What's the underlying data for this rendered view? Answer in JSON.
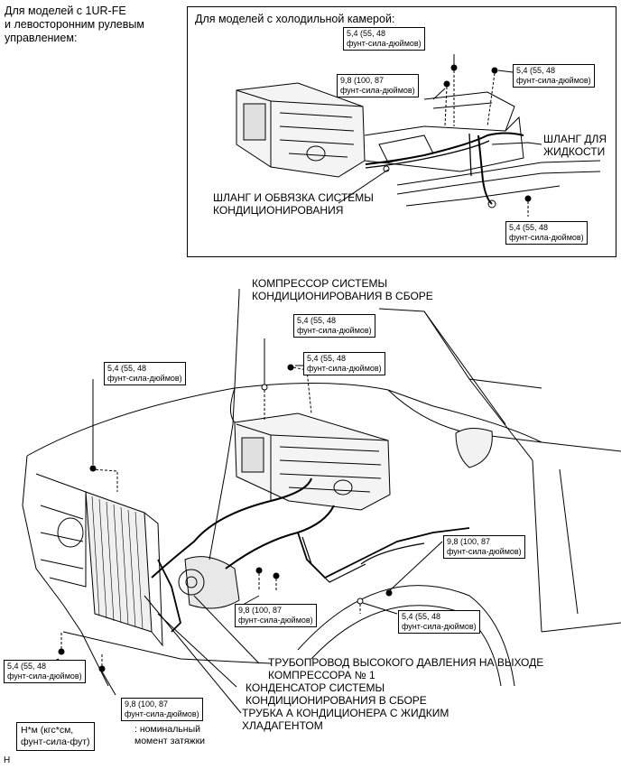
{
  "header_note": "Для моделей с 1UR-FE\nи левосторонним рулевым\nуправлением:",
  "inset": {
    "title": "Для моделей с холодильной камерой:",
    "torques": [
      "5,4 (55, 48\nфунт-сила-дюймов)",
      "5,4 (55, 48\nфунт-сила-дюймов)",
      "9,8 (100, 87\nфунт-сила-дюймов)",
      "5,4 (55, 48\nфунт-сила-дюймов)"
    ],
    "labels": {
      "liquid_hose": "ШЛАНГ ДЛЯ\nЖИДКОСТИ",
      "ac_hose": "ШЛАНГ И ОБВЯЗКА СИСТЕМЫ\nКОНДИЦИОНИРОВАНИЯ"
    }
  },
  "main": {
    "labels": {
      "compressor": "КОМПРЕССОР СИСТЕМЫ\nКОНДИЦИОНИРОВАНИЯ В СБОРЕ",
      "discharge_pipe": "ТРУБОПРОВОД ВЫСОКОГО ДАВЛЕНИЯ НА ВЫХОДЕ\nКОМПРЕССОРА № 1",
      "condenser": "КОНДЕНСАТОР СИСТЕМЫ\nКОНДИЦИОНИРОВАНИЯ В СБОРЕ",
      "liquid_tube": "ТРУБКА А КОНДИЦИОНЕРА С ЖИДКИМ\nХЛАДАГЕНТОМ"
    },
    "torques": [
      "5,4 (55, 48\nфунт-сила-дюймов)",
      "5,4 (55, 48\nфунт-сила-дюймов)",
      "5,4 (55, 48\nфунт-сила-дюймов)",
      "9,8 (100, 87\nфунт-сила-дюймов)",
      "9,8 (100, 87\nфунт-сила-дюймов)",
      "5,4 (55, 48\nфунт-сила-дюймов)",
      "5,4 (55, 48\nфунт-сила-дюймов)",
      "9,8 (100, 87\nфунт-сила-дюймов)"
    ]
  },
  "legend": {
    "unit": "Н*м (кгс*см,\nфунт-сила-фут)",
    "description": ": номинальный\nмомент затяжки"
  },
  "corner_mark": "H"
}
